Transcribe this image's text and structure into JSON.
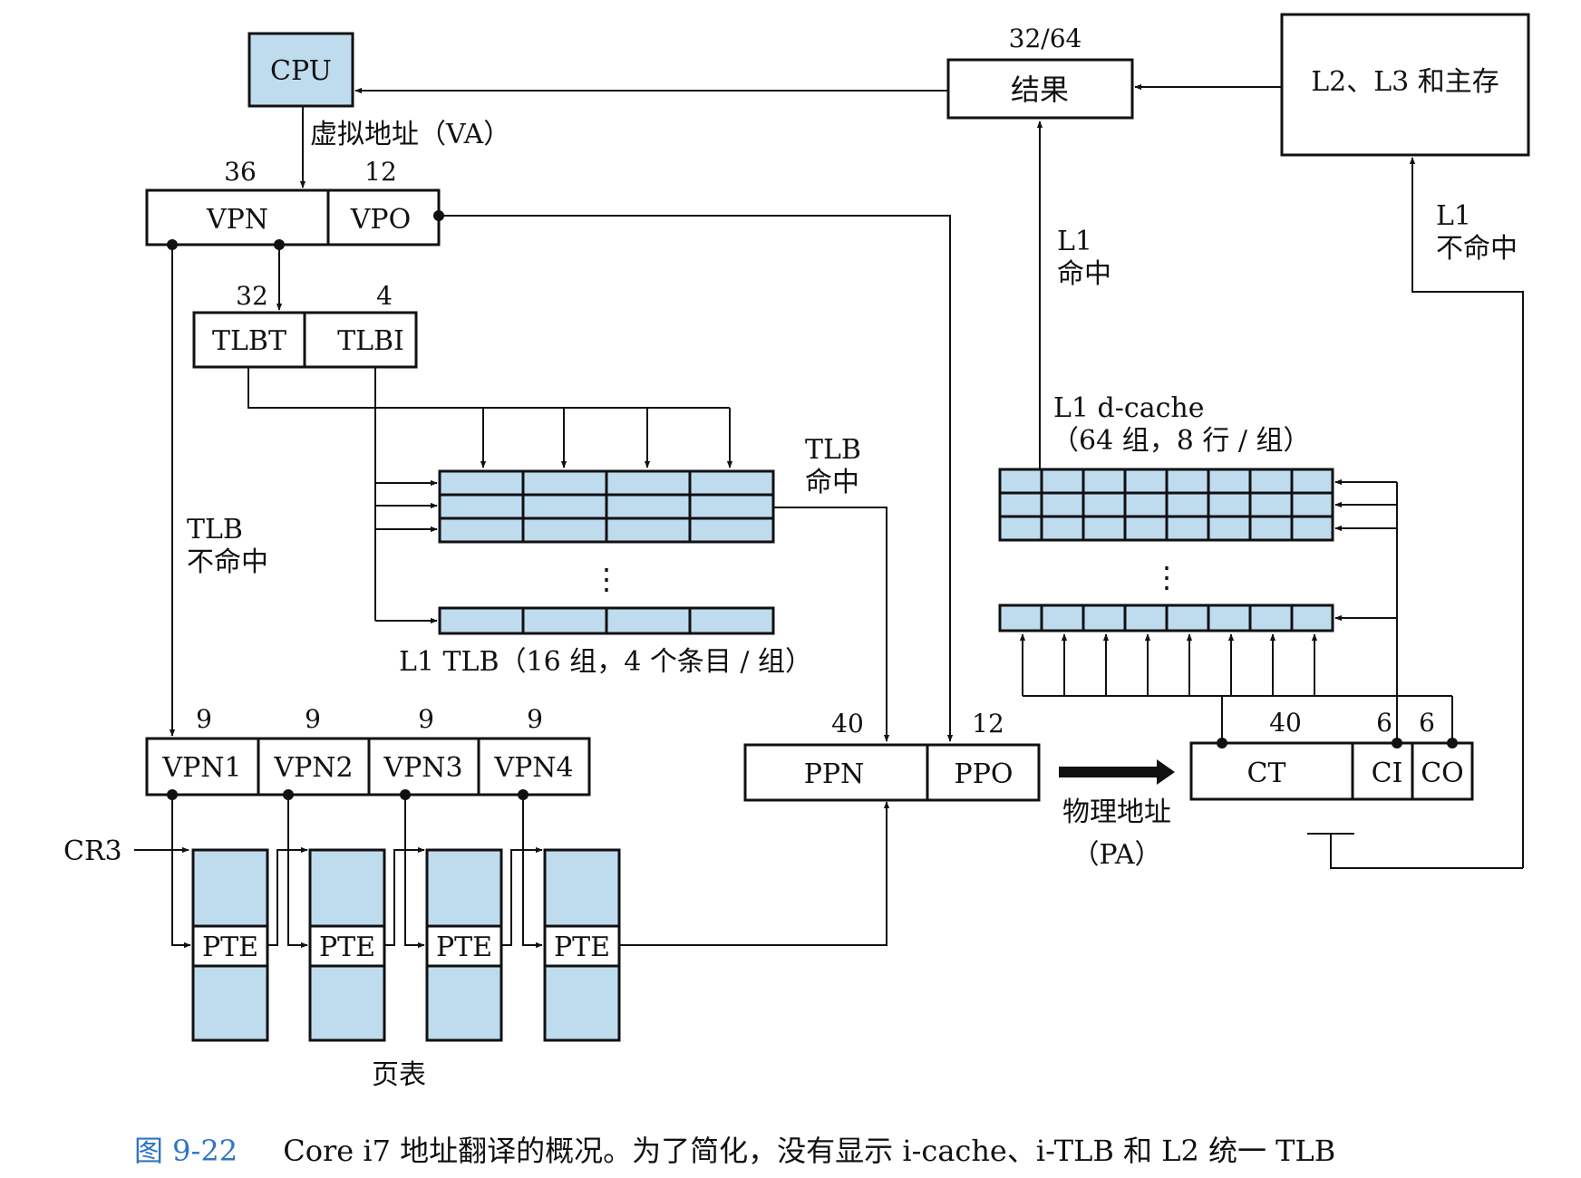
{
  "cpu": "CPU",
  "va_label": "虚拟地址（VA）",
  "vpn": {
    "bits": "36",
    "label": "VPN"
  },
  "vpo": {
    "bits": "12",
    "label": "VPO"
  },
  "tlbt": {
    "bits": "32",
    "label": "TLBT"
  },
  "tlbi": {
    "bits": "4",
    "label": "TLBI"
  },
  "tlb_miss": {
    "line1": "TLB",
    "line2": "不命中"
  },
  "tlb_hit": {
    "line1": "TLB",
    "line2": "命中"
  },
  "l1_tlb_caption": "L1 TLB（16 组，4 个条目 / 组）",
  "vpn_parts": [
    {
      "bits": "9",
      "label": "VPN1"
    },
    {
      "bits": "9",
      "label": "VPN2"
    },
    {
      "bits": "9",
      "label": "VPN3"
    },
    {
      "bits": "9",
      "label": "VPN4"
    }
  ],
  "cr3": "CR3",
  "pte": "PTE",
  "page_table": "页表",
  "ppn": {
    "bits": "40",
    "label": "PPN"
  },
  "ppo": {
    "bits": "12",
    "label": "PPO"
  },
  "pa": {
    "line1": "物理地址",
    "line2": "（PA）"
  },
  "ct": {
    "bits": "40",
    "label": "CT"
  },
  "ci": {
    "bits": "6",
    "label": "CI"
  },
  "co": {
    "bits": "6",
    "label": "CO"
  },
  "result": {
    "bits": "32/64",
    "label": "结果"
  },
  "l2": "L2、L3 和主存",
  "l1_hit": {
    "line1": "L1",
    "line2": "命中"
  },
  "l1_miss": {
    "line1": "L1",
    "line2": "不命中"
  },
  "dcache": {
    "line1": "L1 d-cache",
    "line2": "（64 组，8 行 / 组）"
  },
  "ellipsis": "⋮",
  "caption": {
    "figure_no": "图 9-22",
    "text": "Core i7 地址翻译的概况。为了简化，没有显示 i-cache、i-TLB 和 L2 统一 TLB"
  },
  "colors": {
    "cell_fill": "#bfdcef",
    "line": "#111111",
    "caption_figure": "#2f74c4"
  }
}
